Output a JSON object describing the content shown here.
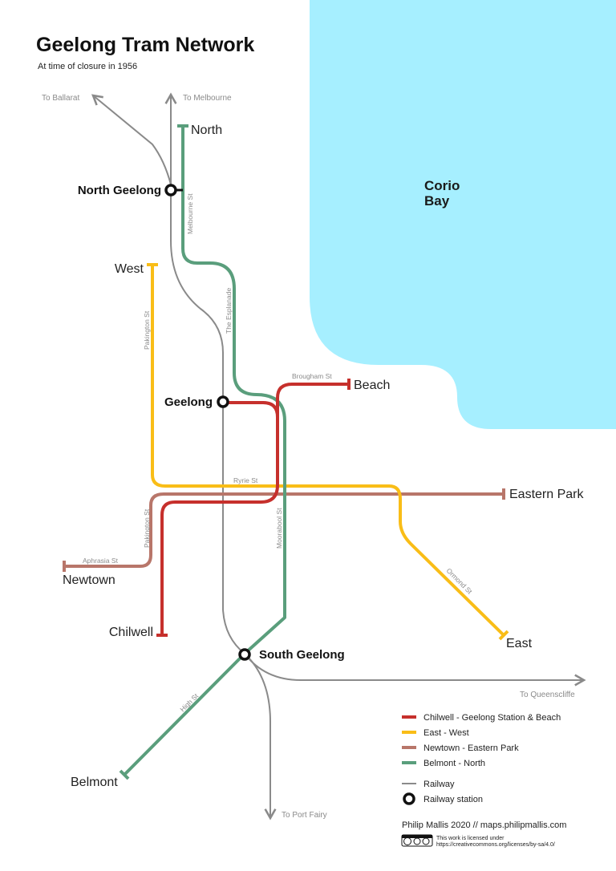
{
  "title": "Geelong Tram Network",
  "subtitle": "At time of closure in 1956",
  "water": {
    "label_line1": "Corio",
    "label_line2": "Bay",
    "color": "#a6efff"
  },
  "colors": {
    "red": "#c6302c",
    "yellow": "#f9bd17",
    "brown": "#b8766a",
    "green": "#5a9e7c",
    "railway": "#8a8a8a"
  },
  "railway_destinations": {
    "ballarat": "To Ballarat",
    "melbourne": "To Melbourne",
    "queenscliffe": "To Queenscliffe",
    "port_fairy": "To Port Fairy"
  },
  "stations": {
    "north_geelong": "North Geelong",
    "geelong": "Geelong",
    "south_geelong": "South Geelong"
  },
  "termini": {
    "north": "North",
    "west": "West",
    "beach": "Beach",
    "eastern_park": "Eastern Park",
    "newtown": "Newtown",
    "chilwell": "Chilwell",
    "east": "East",
    "belmont": "Belmont"
  },
  "streets": {
    "melbourne_st": "Melbourne St",
    "the_esplanade": "The Esplanade",
    "pakington_st_north": "Pakington St",
    "brougham_st": "Brougham St",
    "ryrie_st": "Ryrie St",
    "pakington_st_south": "Pakington St",
    "aphrasia_st": "Aphrasia St",
    "moorabool_st": "Moorabool St",
    "ormond_st": "Ormond St",
    "high_st": "High St"
  },
  "legend": {
    "items": [
      {
        "label": "Chilwell - Geelong Station & Beach",
        "color": "#c6302c"
      },
      {
        "label": "East - West",
        "color": "#f9bd17"
      },
      {
        "label": "Newtown - Eastern Park",
        "color": "#b8766a"
      },
      {
        "label": "Belmont - North",
        "color": "#5a9e7c"
      }
    ],
    "railway": "Railway",
    "railway_station": "Railway station"
  },
  "credit": "Philip Mallis 2020 // maps.philipmallis.com",
  "license": {
    "badge": "cc by sa",
    "line1": "This work is licensed under",
    "line2": "https://creativecommons.org/licenses/by-sa/4.0/"
  }
}
